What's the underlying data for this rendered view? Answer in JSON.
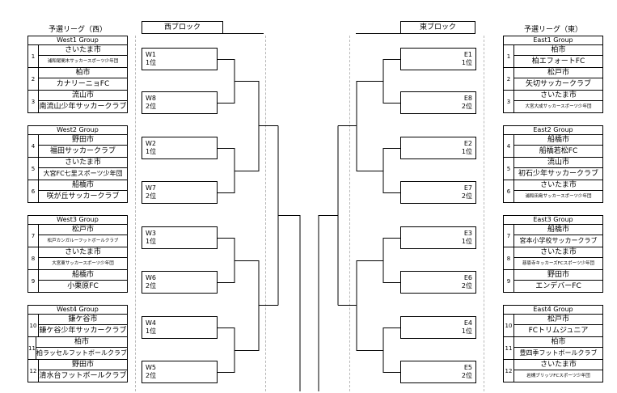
{
  "headers": {
    "west_prelim": "予選リーグ（西）",
    "west_block": "西ブロック",
    "east_block": "東ブロック",
    "east_prelim": "予選リーグ（東）"
  },
  "west_groups": [
    {
      "title": "West1 Group",
      "teams": [
        {
          "no": "1",
          "city": "さいたま市",
          "club": "浦和尾間木サッカースポーツ少年団"
        },
        {
          "no": "2",
          "city": "柏市",
          "club": "カナリーニョFC"
        },
        {
          "no": "3",
          "city": "流山市",
          "club": "南流山少年サッカークラブ"
        }
      ]
    },
    {
      "title": "West2 Group",
      "teams": [
        {
          "no": "4",
          "city": "野田市",
          "club": "福田サッカークラブ"
        },
        {
          "no": "5",
          "city": "さいたま市",
          "club": "大宮FC七里スポーツ少年団"
        },
        {
          "no": "6",
          "city": "船橋市",
          "club": "咲が丘サッカークラブ"
        }
      ]
    },
    {
      "title": "West3 Group",
      "teams": [
        {
          "no": "7",
          "city": "松戸市",
          "club": "松戸カンガルーフットボールクラブ"
        },
        {
          "no": "8",
          "city": "さいたま市",
          "club": "大宮東サッカースポーツ少年団"
        },
        {
          "no": "9",
          "city": "船橋市",
          "club": "小栗原FC"
        }
      ]
    },
    {
      "title": "West4 Group",
      "teams": [
        {
          "no": "10",
          "city": "鎌ケ谷市",
          "club": "鎌ケ谷少年サッカークラブ"
        },
        {
          "no": "11",
          "city": "柏市",
          "club": "柏ラッセルフットボールクラブ"
        },
        {
          "no": "12",
          "city": "野田市",
          "club": "清水台フットボールクラブ"
        }
      ]
    }
  ],
  "east_groups": [
    {
      "title": "East1 Group",
      "teams": [
        {
          "no": "1",
          "city": "柏市",
          "club": "柏エフォートFC"
        },
        {
          "no": "2",
          "city": "松戸市",
          "club": "矢切サッカークラブ"
        },
        {
          "no": "3",
          "city": "さいたま市",
          "club": "大宮大成サッカースポーツ少年団"
        }
      ]
    },
    {
      "title": "East2 Group",
      "teams": [
        {
          "no": "4",
          "city": "船橋市",
          "club": "船橋若松FC"
        },
        {
          "no": "5",
          "city": "流山市",
          "club": "初石少年サッカークラブ"
        },
        {
          "no": "6",
          "city": "さいたま市",
          "club": "浦和田島サッカースポーツ少年団"
        }
      ]
    },
    {
      "title": "East3 Group",
      "teams": [
        {
          "no": "7",
          "city": "船橋市",
          "club": "宮本小学校サッカークラブ"
        },
        {
          "no": "8",
          "city": "さいたま市",
          "club": "慈恩寺キッカーズFCスポーツ少年団"
        },
        {
          "no": "9",
          "city": "野田市",
          "club": "エンデバーFC"
        }
      ]
    },
    {
      "title": "East4 Group",
      "teams": [
        {
          "no": "10",
          "city": "松戸市",
          "club": "FCトリムジュニア"
        },
        {
          "no": "11",
          "city": "柏市",
          "club": "豊四季フットボールクラブ"
        },
        {
          "no": "12",
          "city": "さいたま市",
          "club": "岩槻ブリッツFCスポーツ少年団"
        }
      ]
    }
  ],
  "west_slots": [
    {
      "code": "W1",
      "rank": "1位"
    },
    {
      "code": "W8",
      "rank": "2位"
    },
    {
      "code": "W2",
      "rank": "1位"
    },
    {
      "code": "W7",
      "rank": "2位"
    },
    {
      "code": "W3",
      "rank": "1位"
    },
    {
      "code": "W6",
      "rank": "2位"
    },
    {
      "code": "W4",
      "rank": "1位"
    },
    {
      "code": "W5",
      "rank": "2位"
    }
  ],
  "east_slots": [
    {
      "code": "E1",
      "rank": "1位"
    },
    {
      "code": "E8",
      "rank": "2位"
    },
    {
      "code": "E2",
      "rank": "1位"
    },
    {
      "code": "E7",
      "rank": "2位"
    },
    {
      "code": "E3",
      "rank": "1位"
    },
    {
      "code": "E6",
      "rank": "2位"
    },
    {
      "code": "E4",
      "rank": "1位"
    },
    {
      "code": "E5",
      "rank": "2位"
    }
  ]
}
